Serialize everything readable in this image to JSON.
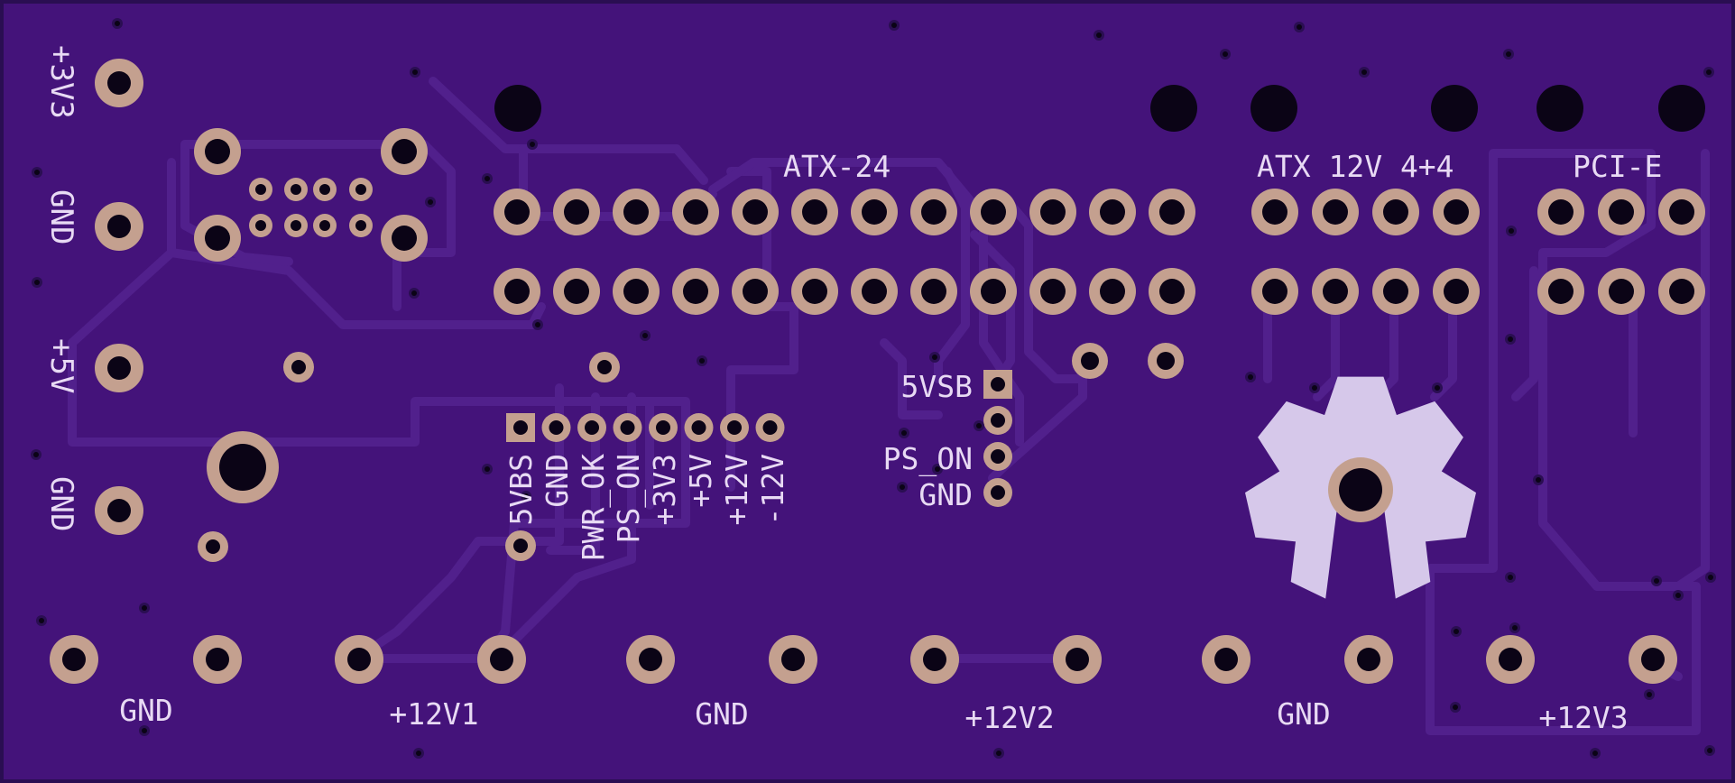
{
  "colors": {
    "board": "#44137a",
    "edge": "#2a0e52",
    "trace": "#51208c",
    "pad_copper": "#c4a08f",
    "hole": "#0b0416",
    "silkscreen": "#e8daf4",
    "logo": "#d6c8ea"
  },
  "labels": {
    "atx24": "ATX-24",
    "atx12v": "ATX 12V 4+4",
    "pcie": "PCI-E",
    "v3v3_left": "+3V3",
    "gnd_left_1": "GND",
    "v5_left": "+5V",
    "gnd_left_2": "GND",
    "header": {
      "pin1": "5VBS",
      "pin2": "GND",
      "pin3": "PWR_OK",
      "pin4": "PS_ON",
      "pin5": "+3V3",
      "pin6": "+5V",
      "pin7": "+12V",
      "pin8": "-12V"
    },
    "switch_header": {
      "pin1": "5VSB",
      "pin3": "PS_ON",
      "pin4": "GND"
    },
    "bottom": {
      "gnd1": "GND",
      "v12_1": "+12V1",
      "gnd2": "GND",
      "v12_2": "+12V2",
      "gnd3": "GND",
      "v12_3": "+12V3"
    }
  },
  "icons": {
    "logo": "open-hardware-gear-icon"
  }
}
